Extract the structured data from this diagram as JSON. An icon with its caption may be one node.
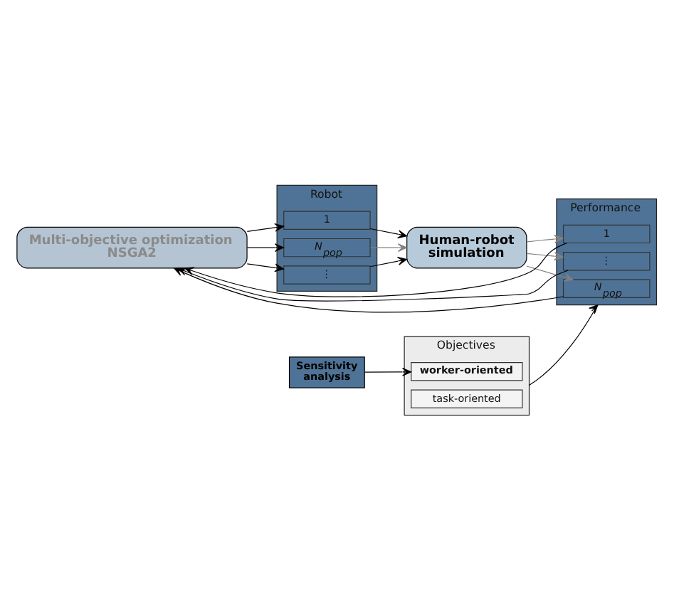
{
  "diagram": {
    "nodes": [
      {
        "text": [
          "Robot"
        ]
      },
      {
        "text": [
          "1"
        ],
        "in": 0
      },
      {
        "text": [
          "⋮"
        ],
        "in": 0
      },
      {
        "text": [
          "N$_{pop}$"
        ],
        "in": 0
      },
      {
        "text": [
          "Multi-objective optimization NSGA2"
        ]
      },
      {
        "text": [
          "Human-robot simulation"
        ]
      },
      {
        "text": [
          "Performance"
        ]
      },
      {
        "text": [
          "1"
        ],
        "in": 6
      },
      {
        "text": [
          "⋮"
        ],
        "in": 6
      },
      {
        "text": [
          "N$_{pop}$"
        ],
        "in": 6
      },
      {
        "text": [
          "Objectives"
        ]
      },
      {
        "text": [
          "task-oriented"
        ],
        "in": 10
      },
      {
        "text": [
          "worker-oriented"
        ],
        "in": 10
      },
      {
        "text": [
          "Sensitivity analysis"
        ]
      }
    ],
    "edges": [
      {
        "from": 4,
        "to": 1,
        "arrow": "to"
      },
      {
        "from": 4,
        "to": 2,
        "arrow": "to"
      },
      {
        "from": 4,
        "to": 3,
        "arrow": "to"
      },
      {
        "from": 1,
        "to": 5,
        "arrow": "to"
      },
      {
        "from": 2,
        "to": 5,
        "arrow": "to"
      },
      {
        "from": 3,
        "to": 5,
        "arrow": "to",
        "color": "#808080"
      },
      {
        "from": 5,
        "to": 7,
        "arrow": "to",
        "color": "#808080"
      },
      {
        "from": 5,
        "to": 8,
        "arrow": "to",
        "color": "#808080"
      },
      {
        "from": 5,
        "to": 9,
        "arrow": "to",
        "color": "#808080"
      },
      {
        "from": 7,
        "to": 4,
        "arrow": "to"
      },
      {
        "from": 8,
        "to": 4,
        "arrow": "to"
      },
      {
        "from": 9,
        "to": 4,
        "arrow": "to"
      },
      {
        "from": 10,
        "to": 6,
        "arrow": "to"
      },
      {
        "from": 13,
        "to": 12,
        "arrow": "to"
      }
    ]
  }
}
